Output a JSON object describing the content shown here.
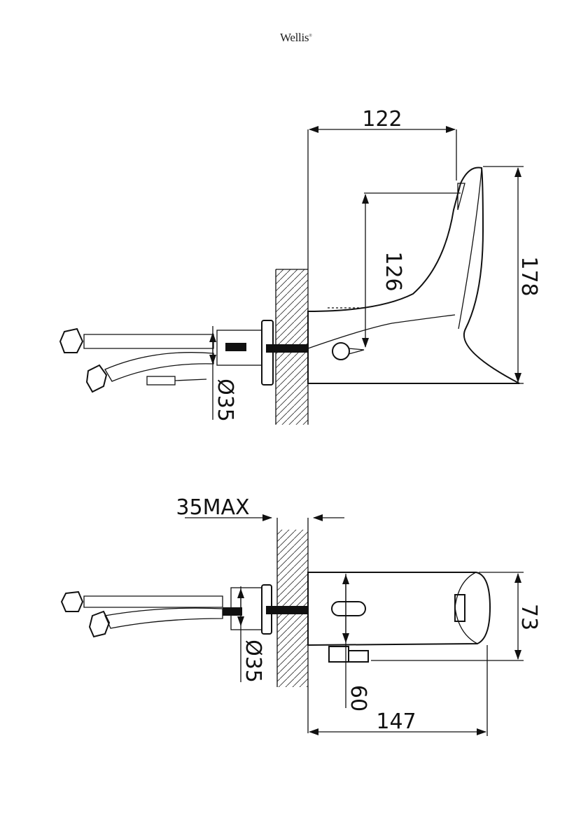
{
  "brand": {
    "logo_text": "Wellis"
  },
  "side_view": {
    "dim_reach": "122",
    "dim_spout_height": "126",
    "dim_total_height": "178",
    "dim_hole_diameter": "Ø35"
  },
  "top_view": {
    "dim_max_thickness": "35MAX",
    "dim_width": "73",
    "dim_hole_diameter": "Ø35",
    "dim_sensor_offset": "60",
    "dim_length": "147"
  },
  "colors": {
    "line": "#111111",
    "background": "#ffffff"
  }
}
